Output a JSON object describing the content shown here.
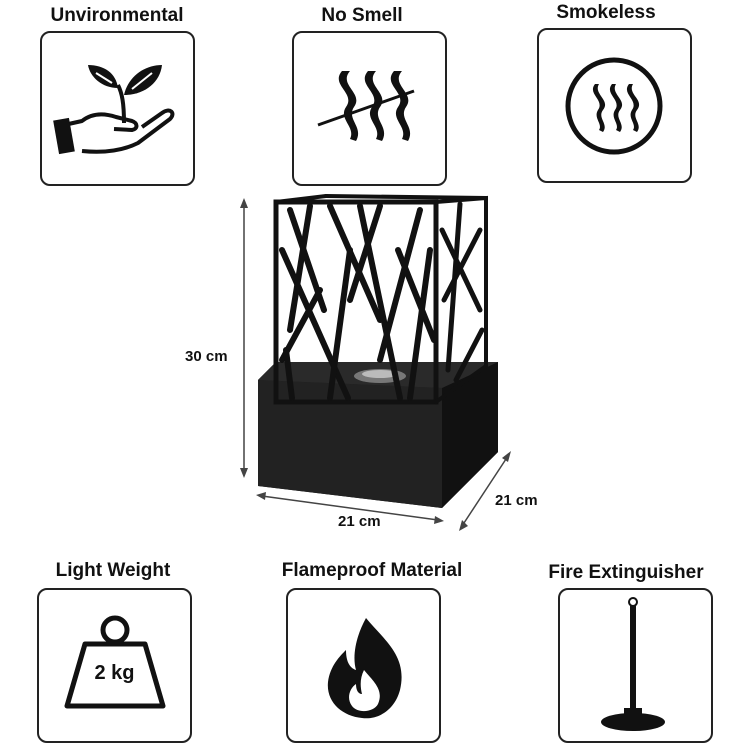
{
  "features_top": [
    {
      "label": "Unvironmental",
      "icon": "plant-in-hand-icon"
    },
    {
      "label": "No Smell",
      "icon": "no-odor-icon"
    },
    {
      "label": "Smokeless",
      "icon": "smoke-circle-icon"
    }
  ],
  "features_bottom": [
    {
      "label": "Light Weight",
      "icon": "weight-icon",
      "weight_text": "2 kg"
    },
    {
      "label": "Flameproof Material",
      "icon": "flame-icon"
    },
    {
      "label": "Fire Extinguisher",
      "icon": "snuffer-tool-icon"
    }
  ],
  "dimensions": {
    "height": "30 cm",
    "width": "21 cm",
    "depth": "21 cm"
  },
  "colors": {
    "icon": "#111111",
    "border": "#222222",
    "background": "#ffffff"
  }
}
